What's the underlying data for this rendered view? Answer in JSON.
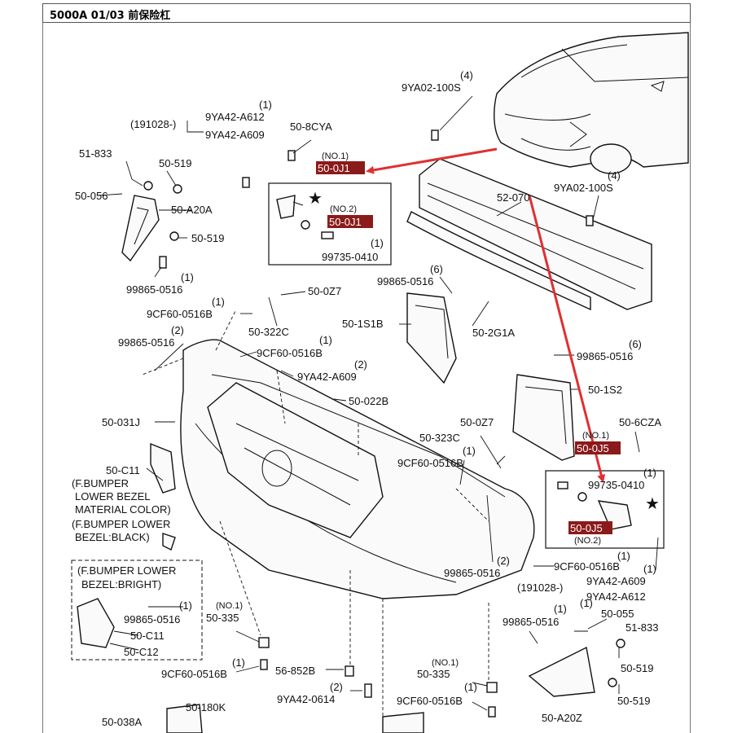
{
  "header": {
    "title": "5000A  01/03  前保险杠"
  },
  "colors": {
    "highlight": "#8b1a1a",
    "arrow": "#e03030"
  },
  "labels": {
    "l_9ya02_top_q": "(4)",
    "l_9ya02_top": "9YA02-100S",
    "l_9ya42_a612_q": "(1)",
    "l_191028_a": "(191028-)",
    "l_9ya42_a612": "9YA42-A612",
    "l_9ya42_a609": "9YA42-A609",
    "l_50_8cya": "50-8CYA",
    "l_51_833_l": "51-833",
    "l_50_519_l1": "50-519",
    "l_no1_a": "(NO.1)",
    "l_50_0j1_a": "50-0J1",
    "l_no2_a": "(NO.2)",
    "l_50_0j1_b": "50-0J1",
    "l_99735_a_q": "(1)",
    "l_99735_a": "99735-0410",
    "l_50_056": "50-056",
    "l_50_a20a": "50-A20A",
    "l_50_519_l2": "50-519",
    "l_99865_l1_q": "(1)",
    "l_99865_l1": "99865-0516",
    "l_52_070": "52-070",
    "l_9ya02_r_q": "(4)",
    "l_9ya02_r": "9YA02-100S",
    "l_99865_m_q": "(6)",
    "l_99865_m": "99865-0516",
    "l_50_0z7_a": "50-0Z7",
    "l_9cf60_a_q": "(1)",
    "l_9cf60_a": "9CF60-0516B",
    "l_50_322c": "50-322C",
    "l_50_1s1b": "50-1S1B",
    "l_50_2g1a": "50-2G1A",
    "l_99865_l2_q": "(2)",
    "l_99865_l2": "99865-0516",
    "l_9cf60_b_q": "(1)",
    "l_9cf60_b": "9CF60-0516B",
    "l_9ya42_a609_b_q": "(2)",
    "l_9ya42_a609_b": "9YA42-A609",
    "l_99865_r_q": "(6)",
    "l_99865_r": "99865-0516",
    "l_50_1s2": "50-1S2",
    "l_50_022b": "50-022B",
    "l_50_031j": "50-031J",
    "l_50_0z7_b": "50-0Z7",
    "l_50_6cza": "50-6CZA",
    "l_50_323c": "50-323C",
    "l_no1_b": "(NO.1)",
    "l_50_0j5_a": "50-0J5",
    "l_9cf60_c_q": "(1)",
    "l_9cf60_c": "9CF60-0516B",
    "l_50_c11_a": "50-C11",
    "l_fb_note1": "(F.BUMPER",
    "l_fb_note2": "LOWER BEZEL",
    "l_fb_note3": "MATERIAL COLOR)",
    "l_fb_note4": "(F.BUMPER LOWER",
    "l_fb_note5": "BEZEL:BLACK)",
    "l_99735_b_q": "(1)",
    "l_99735_b": "99735-0410",
    "l_50_0j5_b": "50-0J5",
    "l_no2_b": "(NO.2)",
    "l_9cf60_d_q": "(1)",
    "l_9cf60_d": "9CF60-0516B",
    "l_99865_c_q": "(2)",
    "l_99865_c": "99865-0516",
    "l_9ya42_a609_c_q": "(1)",
    "l_9ya42_a609_c": "9YA42-A609",
    "l_191028_b": "(191028-)",
    "l_9ya42_a612_b": "9YA42-A612",
    "l_bright1": "(F.BUMPER LOWER",
    "l_bright2": "BEZEL:BRIGHT)",
    "l_99865_b_q": "(1)",
    "l_99865_b": "99865-0516",
    "l_50_c11_b": "50-C11",
    "l_50_c12": "50-C12",
    "l_no1_c": "(NO.1)",
    "l_50_335_a": "50-335",
    "l_99865_d_q": "(1)",
    "l_99865_d": "99865-0516",
    "l_50_055_q": "(1)",
    "l_50_055": "50-055",
    "l_51_833_r": "51-833",
    "l_9cf60_e_q": "(1)",
    "l_9cf60_e": "9CF60-0516B",
    "l_56_852b": "56-852B",
    "l_no1_d": "(NO.1)",
    "l_50_335_b": "50-335",
    "l_50_519_r1": "50-519",
    "l_9ya42_0614_q": "(2)",
    "l_9ya42_0614": "9YA42-0614",
    "l_9cf60_f_q": "(1)",
    "l_9cf60_f": "9CF60-0516B",
    "l_50_519_r2": "50-519",
    "l_50_180k": "50-180K",
    "l_50_038a": "50-038A",
    "l_50_a20z": "50-A20Z"
  }
}
